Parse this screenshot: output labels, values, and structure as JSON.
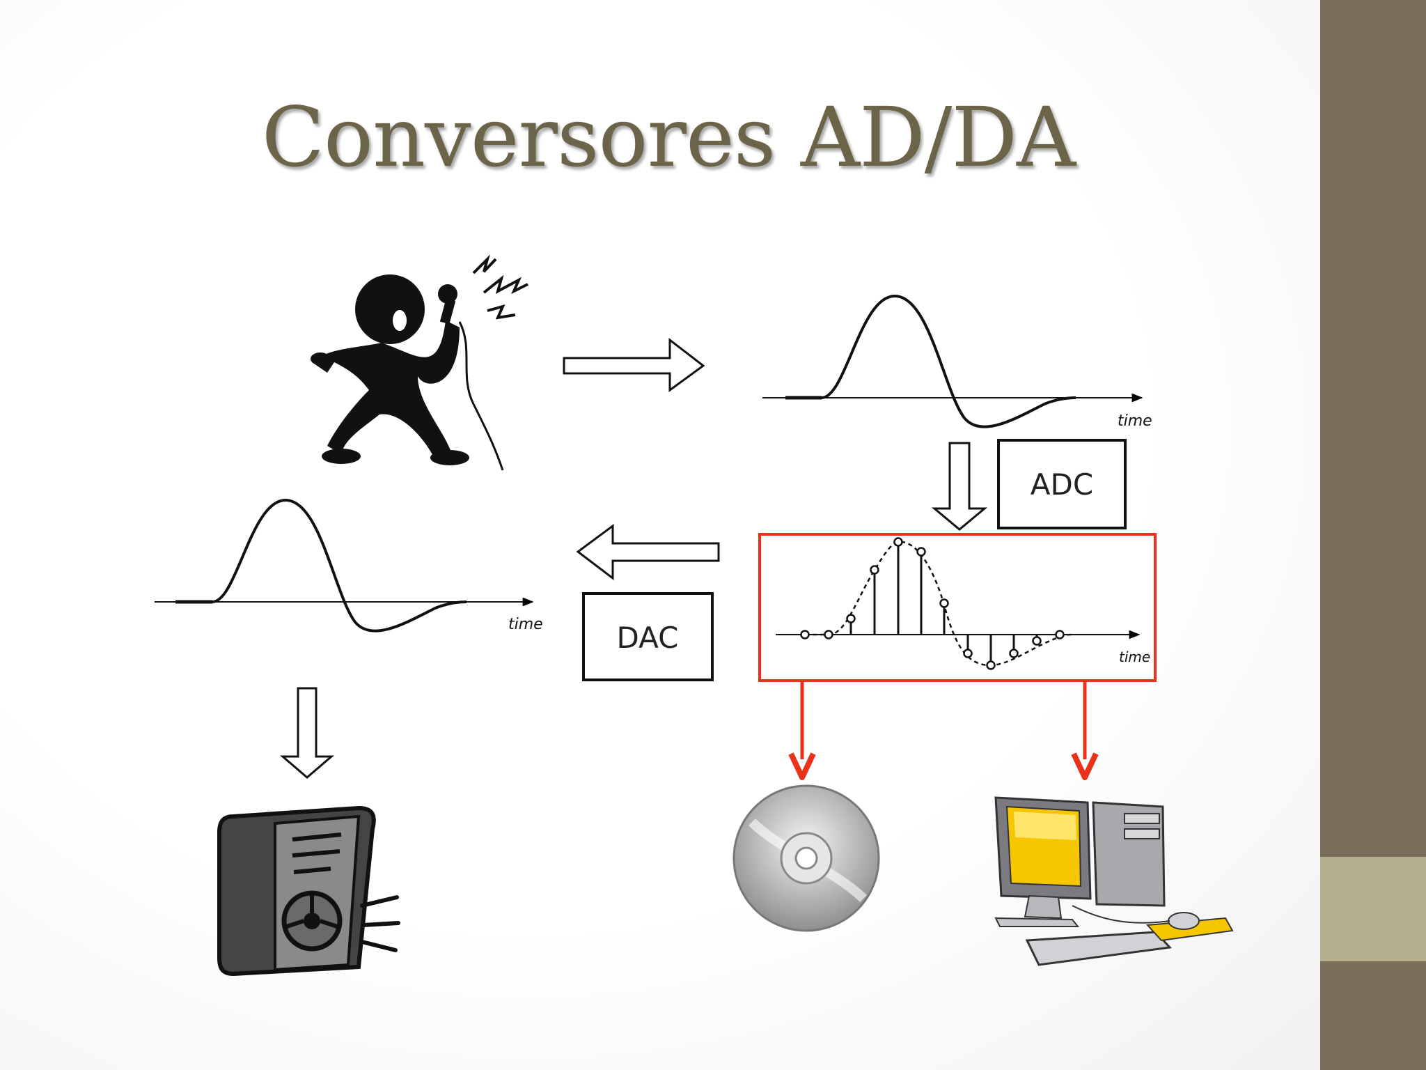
{
  "slide": {
    "title": "Conversores AD/DA",
    "colors": {
      "title": "#6b6448",
      "sidebar": "#7a6e5a",
      "sidebar_accent": "#b6b08e",
      "highlight": "#e8321a"
    }
  },
  "analog_signal_top": {
    "axis_label": "time"
  },
  "analog_signal_bottom": {
    "axis_label": "time"
  },
  "sampled_signal": {
    "axis_label": "time"
  },
  "adc_box": {
    "label": "ADC"
  },
  "dac_box": {
    "label": "DAC"
  },
  "icons": [
    "singer-icon",
    "speaker-icon",
    "cd-disc-icon",
    "computer-icon"
  ]
}
